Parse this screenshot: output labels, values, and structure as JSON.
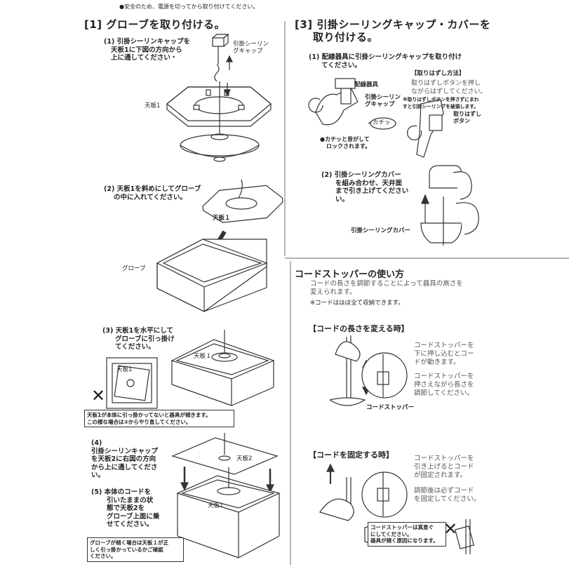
{
  "top_note": "●安全のため、電源を切ってから取り付けてください。",
  "section1": {
    "heading": "[1] グローブを取り付ける。",
    "step1": [
      "(1) 引掛シーリンキャップを",
      "天板1に下図の方向から",
      "上に通してください・"
    ],
    "cap_label": [
      "引掛シーリン",
      "グキャップ"
    ],
    "plate1_label": "天板1",
    "step2": [
      "(2) 天板1を斜めにしてグローブ",
      "の中に入れてください。"
    ],
    "plate1_label_2": "天板１",
    "globe_label": "グローブ",
    "step3": [
      "(3) 天板1を水平にして",
      "グローブに引っ掛け",
      "てください。"
    ],
    "plate1_label_3": "天板1",
    "plate1_label_3b": "天板１",
    "wrong_mark": "✕",
    "warn1": [
      "天板1が本体に引っ掛かってないと器具が傾きます。",
      "この様な場合は②からやり直してください。"
    ],
    "step4": [
      "(4)",
      "引掛シーリンキャップ",
      "を天板2に右図の方向",
      "から上に通してくださ",
      "い。"
    ],
    "plate2_label": "天板2",
    "step5": [
      "(5) 本体のコードを",
      "引いたままの状",
      "態で天板2を",
      "グローブ上面に乗",
      "せてください。"
    ],
    "plate1_label_4": "天板1",
    "warn2": [
      "グローブが傾く場合は天板１が正",
      "しく引っ掛かっているかご確認",
      "ください。"
    ]
  },
  "section3": {
    "heading": [
      "[3] 引掛シーリングキャップ・カバーを",
      "取り付ける。"
    ],
    "step1": [
      "(1) 配線器具に引掛シーリングキャップを取り付け",
      "てください。"
    ],
    "removal_title": "【取りはずし方法】",
    "removal_text": [
      "取りはずしボタンを押し",
      "ながらはずしてください。"
    ],
    "removal_note": [
      "※取りはずしボタンを押さずにまわ",
      "すと引掛シーリングを破損します。"
    ],
    "wiring_label": "配線器具",
    "cap_label": [
      "引掛シーリン",
      "グキャップ"
    ],
    "click_label": "カチッ",
    "click_note": [
      "●カチッと音がして",
      "ロックされます。"
    ],
    "button_label": [
      "取りはずし",
      "ボタン"
    ],
    "step2": [
      "(2) 引掛シーリングカバー",
      "を組み合わせ、天井面",
      "まで引き上げてください",
      "い。"
    ],
    "cover_label": "引掛シーリングカバー"
  },
  "cord_stopper": {
    "heading": "コードストッパーの使い方",
    "intro": [
      "コードの長さを調節することによって器具の高さを",
      "変えられます。"
    ],
    "intro_note": "※コードはほぼ全て収納できます。",
    "change_title": "【コードの長さを変える時】",
    "change_text1": [
      "コードストッパーを",
      "下に押し込むとコー",
      "ドが動きます。"
    ],
    "change_text2": [
      "コードストッパーを",
      "押さえながら長さを",
      "調節してください。"
    ],
    "stopper_label": "コードストッパー",
    "fix_title": "【コードを固定する時】",
    "fix_text1": [
      "コードストッパーを",
      "引き上げるとコード",
      "が固定されます。"
    ],
    "fix_text2": [
      "調節後は必ずコード",
      "を固定してください。"
    ],
    "warn": [
      "コードストッパーは真直ぐ",
      "にしてください。",
      "器具が傾く原因になります。"
    ],
    "wrong_mark": "✕"
  }
}
